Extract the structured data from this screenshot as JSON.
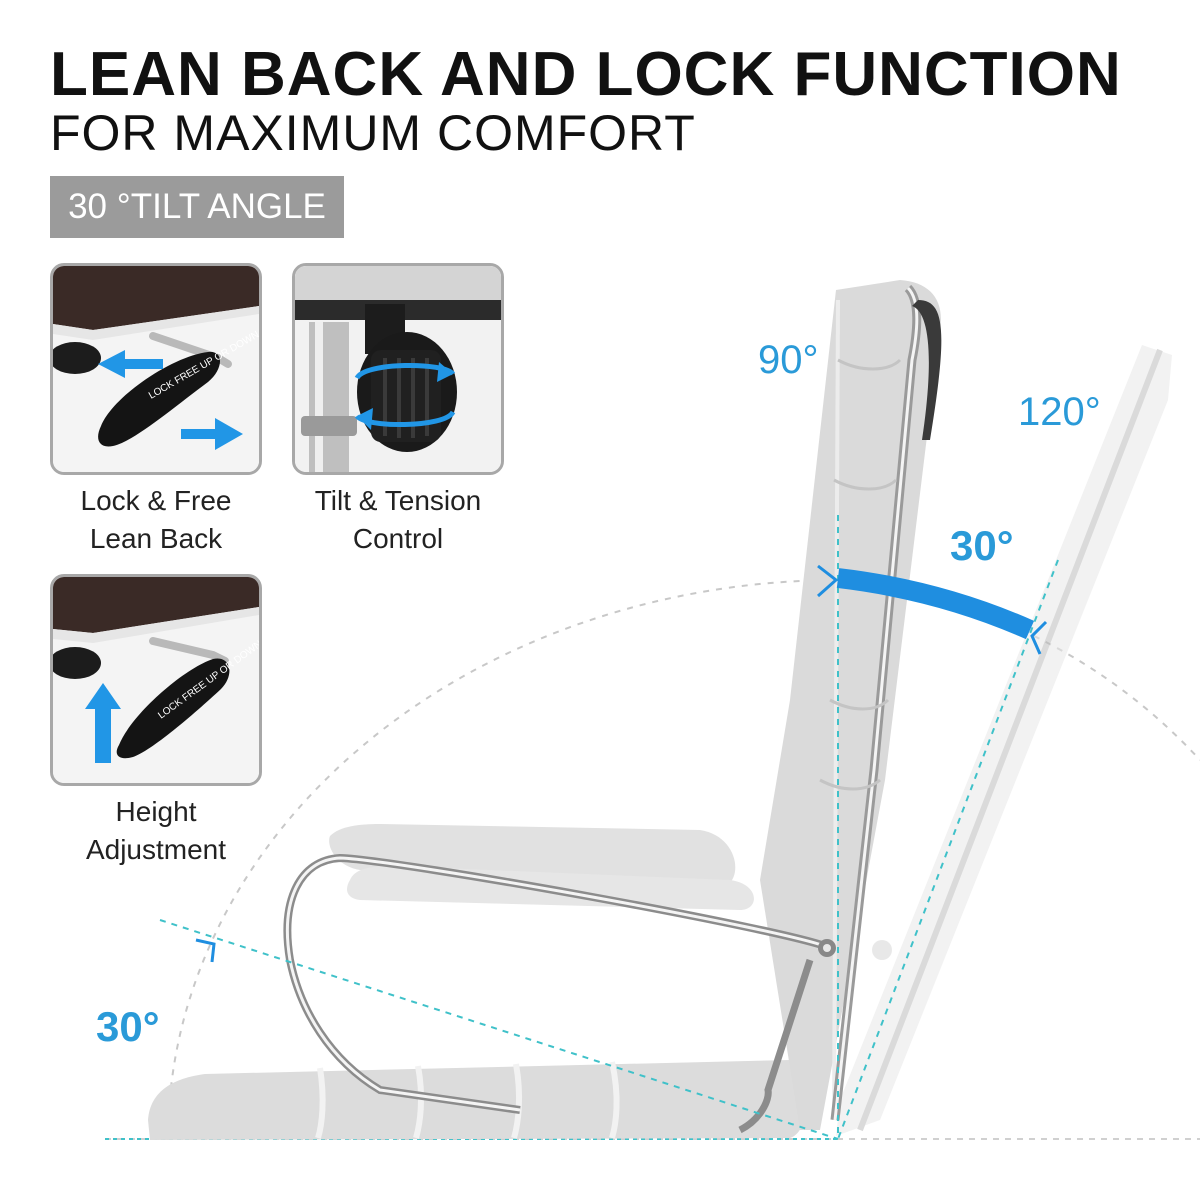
{
  "heading": {
    "title": "LEAN BACK AND LOCK FUNCTION",
    "subtitle": "FOR MAXIMUM COMFORT",
    "badge": "30 °TILT ANGLE"
  },
  "features": [
    {
      "line1": "Lock & Free",
      "line2": "Lean Back",
      "icon": "lever-lean-icon",
      "lever_text": "LOCK FREE UP OR DOWN"
    },
    {
      "line1": "Tilt & Tension",
      "line2": "Control",
      "icon": "tension-knob-icon"
    },
    {
      "line1": "Height",
      "line2": "Adjustment",
      "icon": "lever-height-icon",
      "lever_text": "LOCK FREE UP OR DOWN"
    }
  ],
  "angles": {
    "upright": "90°",
    "reclined": "120°",
    "back_tilt": "30°",
    "seat_tilt": "30°"
  },
  "colors": {
    "accent": "#2a9ad8",
    "guide": "#3fc1c9",
    "badge": "#9b9b9b",
    "chair": "#d9d9d9"
  }
}
